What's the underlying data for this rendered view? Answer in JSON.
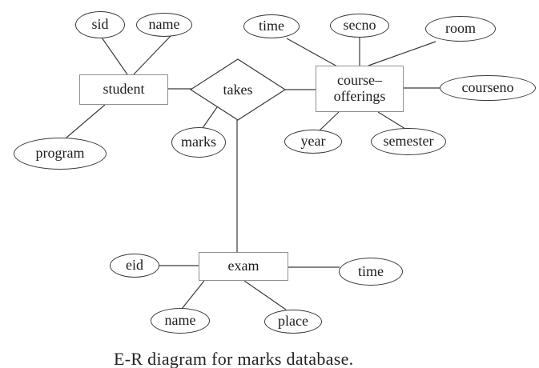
{
  "caption": "E-R diagram for marks database.",
  "colors": {
    "background": "#ffffff",
    "line": "#3a3a3a",
    "entity_border": "#909090",
    "attribute_border": "#3a3a3a",
    "text": "#1c1c1c"
  },
  "entities": {
    "student": {
      "label": "student"
    },
    "course_offerings": {
      "label_line1": "course–",
      "label_line2": "offerings"
    },
    "exam": {
      "label": "exam"
    }
  },
  "relationships": {
    "takes": {
      "label": "takes"
    }
  },
  "attributes": {
    "sid": {
      "label": "sid"
    },
    "student_name": {
      "label": "name"
    },
    "program": {
      "label": "program"
    },
    "marks": {
      "label": "marks"
    },
    "course_time": {
      "label": "time"
    },
    "secno": {
      "label": "secno"
    },
    "room": {
      "label": "room"
    },
    "courseno": {
      "label": "courseno"
    },
    "year": {
      "label": "year"
    },
    "semester": {
      "label": "semester"
    },
    "eid": {
      "label": "eid"
    },
    "exam_time": {
      "label": "time"
    },
    "exam_name": {
      "label": "name"
    },
    "place": {
      "label": "place"
    }
  },
  "edges": [
    {
      "from": "sid",
      "to": "student"
    },
    {
      "from": "name",
      "to": "student"
    },
    {
      "from": "program",
      "to": "student"
    },
    {
      "from": "student",
      "to": "takes"
    },
    {
      "from": "takes",
      "to": "marks"
    },
    {
      "from": "takes",
      "to": "course-offerings"
    },
    {
      "from": "takes",
      "to": "exam"
    },
    {
      "from": "time",
      "to": "course-offerings"
    },
    {
      "from": "secno",
      "to": "course-offerings"
    },
    {
      "from": "room",
      "to": "course-offerings"
    },
    {
      "from": "courseno",
      "to": "course-offerings"
    },
    {
      "from": "year",
      "to": "course-offerings"
    },
    {
      "from": "semester",
      "to": "course-offerings"
    },
    {
      "from": "eid",
      "to": "exam"
    },
    {
      "from": "time",
      "to": "exam"
    },
    {
      "from": "name",
      "to": "exam"
    },
    {
      "from": "place",
      "to": "exam"
    }
  ]
}
